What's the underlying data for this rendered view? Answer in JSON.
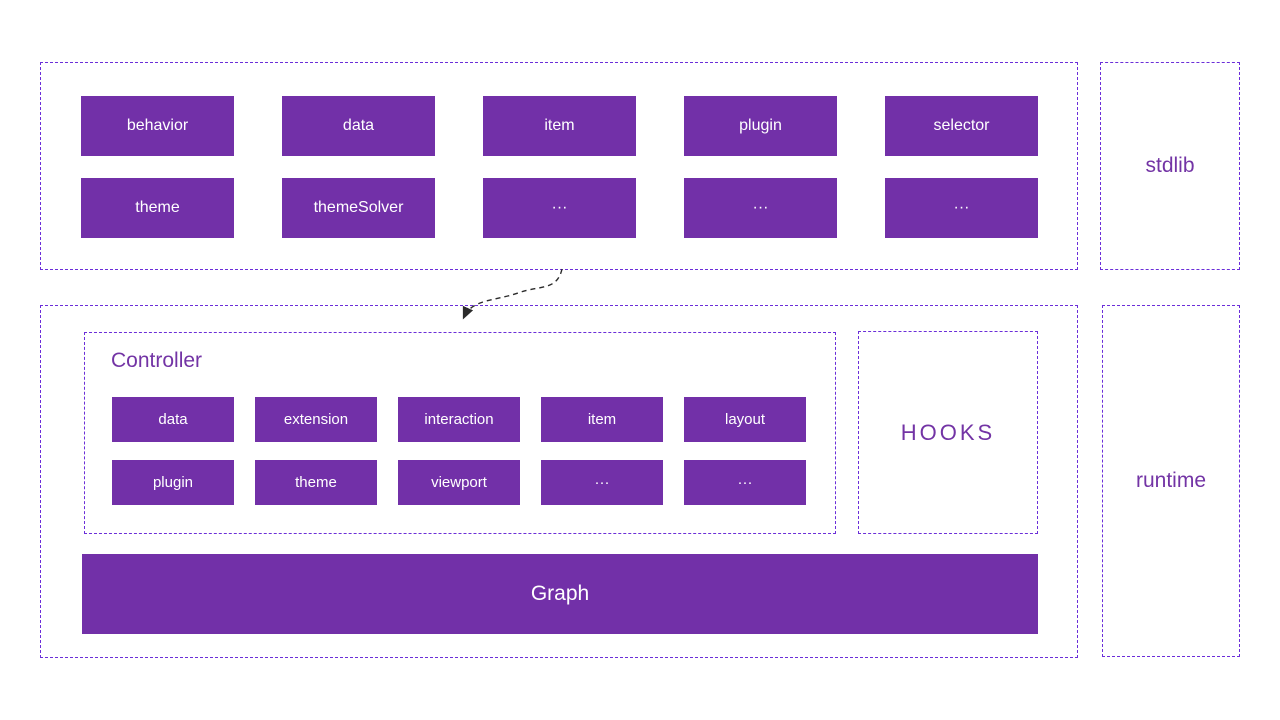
{
  "top_section": {
    "rows": [
      [
        "behavior",
        "data",
        "item",
        "plugin",
        "selector"
      ],
      [
        "theme",
        "themeSolver",
        "···",
        "···",
        "···"
      ]
    ]
  },
  "stdlib_label": "stdlib",
  "runtime_label": "runtime",
  "controller": {
    "title": "Controller",
    "rows": [
      [
        "data",
        "extension",
        "interaction",
        "item",
        "layout"
      ],
      [
        "plugin",
        "theme",
        "viewport",
        "···",
        "···"
      ]
    ]
  },
  "hooks_label": "HOOKS",
  "graph_label": "Graph",
  "colors": {
    "module_fill": "#7230a8",
    "dashed_border": "#6b2ed9",
    "label_text": "#7334a5",
    "module_text": "#ffffff",
    "arrow": "#2b2b2b"
  }
}
